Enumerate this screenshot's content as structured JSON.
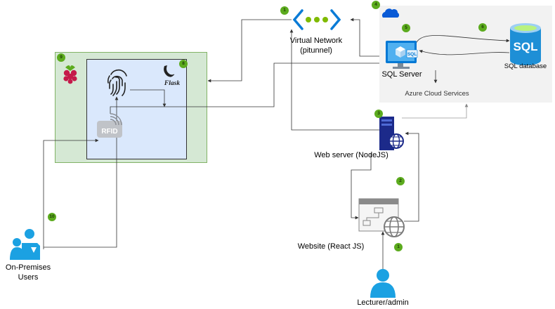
{
  "colors": {
    "badge": "#5cab1e",
    "onprem_bg": "#d5e8d4",
    "onprem_border": "#82b366",
    "pi_box_bg": "#dae8fc",
    "cloud_bg": "#f2f2f2",
    "azure_blue": "#0a7bd6",
    "person_blue": "#1ba1e2",
    "network_green": "#7fba00",
    "sql_blue": "#1e8fd6",
    "connector": "#333333"
  },
  "labels": {
    "virtual_network": "Virtual Network\n(pitunnel)",
    "sql_server": "SQL Server",
    "sql_database": "SQL database",
    "azure_cloud_services": "Azure Cloud Services",
    "web_server": "Web server (NodeJS)",
    "website": "Website (React JS)",
    "lecturer": "Lecturer/admin",
    "onprem_users": "On-Premises\nUsers",
    "flask": "Flask",
    "rfid": "RFID",
    "sql_icon_text": "SQL",
    "sql_small_text": "SQL"
  },
  "badges": {
    "b1_virtual_network": "1",
    "b2_web_flow": "2",
    "b3_web_server": "3",
    "b4_cloud": "4",
    "b5_sql_server": "5",
    "b6_sql_database": "6",
    "b8_flask": "8",
    "b9_raspberry": "9",
    "b10_onprem": "10",
    "b1_lecturer": "1"
  },
  "icons": {
    "network": "virtual-network-icon",
    "sql_server": "sql-server-icon",
    "sql_database": "sql-database-icon",
    "web_server": "web-server-icon",
    "website": "website-icon",
    "lecturer": "person-icon",
    "onprem_users": "users-icon",
    "raspberry": "raspberry-pi-icon",
    "fingerprint": "fingerprint-icon",
    "flask": "flask-icon",
    "rfid": "rfid-icon",
    "cloud": "azure-cloud-icon"
  }
}
